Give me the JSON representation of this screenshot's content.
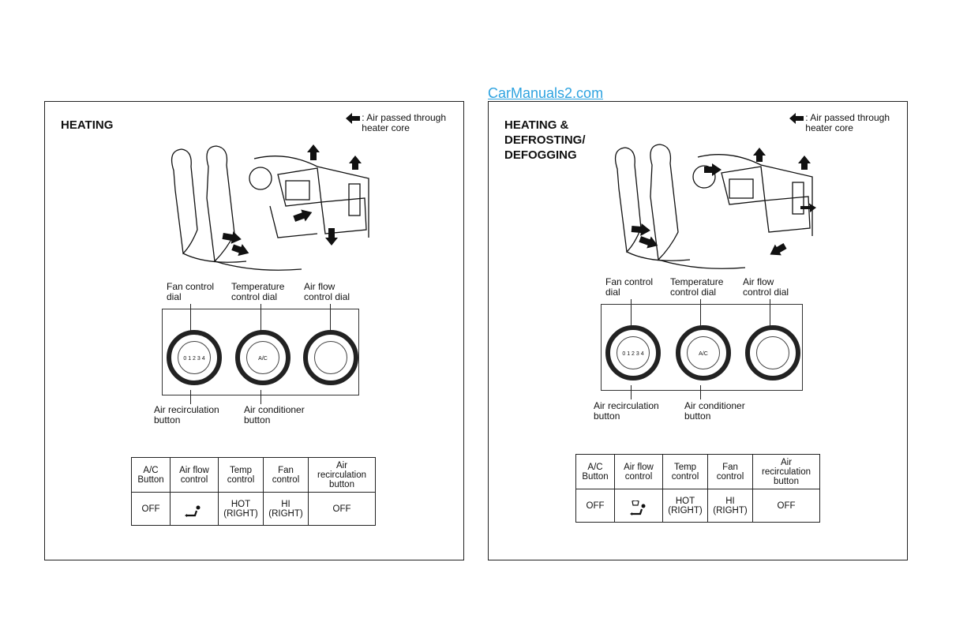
{
  "watermark": "CarManuals2.com",
  "legend": {
    "text": ": Air passed through\nheater core"
  },
  "panels": [
    {
      "title": "HEATING",
      "labels": {
        "fan": "Fan control\ndial",
        "temp": "Temperature\ncontrol dial",
        "airflow": "Air flow\ncontrol dial",
        "recirc": "Air recirculation\nbutton",
        "ac": "Air conditioner\nbutton"
      },
      "dial_text": {
        "fan_scale": "0 1 2 3 4",
        "ac": "A/C"
      },
      "table": {
        "headers": [
          "A/C\nButton",
          "Air flow\ncontrol",
          "Temp\ncontrol",
          "Fan\ncontrol",
          "Air\nrecirculation\nbutton"
        ],
        "values": [
          "OFF",
          "",
          "HOT\n(RIGHT)",
          "HI\n(RIGHT)",
          "OFF"
        ],
        "airflow_icon": "foot-vent-icon"
      }
    },
    {
      "title": "HEATING &\nDEFROSTING/\nDEFOGGING",
      "labels": {
        "fan": "Fan control\ndial",
        "temp": "Temperature\ncontrol dial",
        "airflow": "Air flow\ncontrol dial",
        "recirc": "Air recirculation\nbutton",
        "ac": "Air conditioner\nbutton"
      },
      "dial_text": {
        "fan_scale": "0 1 2 3 4",
        "ac": "A/C"
      },
      "table": {
        "headers": [
          "A/C\nButton",
          "Air flow\ncontrol",
          "Temp\ncontrol",
          "Fan\ncontrol",
          "Air\nrecirculation\nbutton"
        ],
        "values": [
          "OFF",
          "",
          "HOT\n(RIGHT)",
          "HI\n(RIGHT)",
          "OFF"
        ],
        "airflow_icon": "defrost-foot-vent-icon"
      }
    }
  ]
}
